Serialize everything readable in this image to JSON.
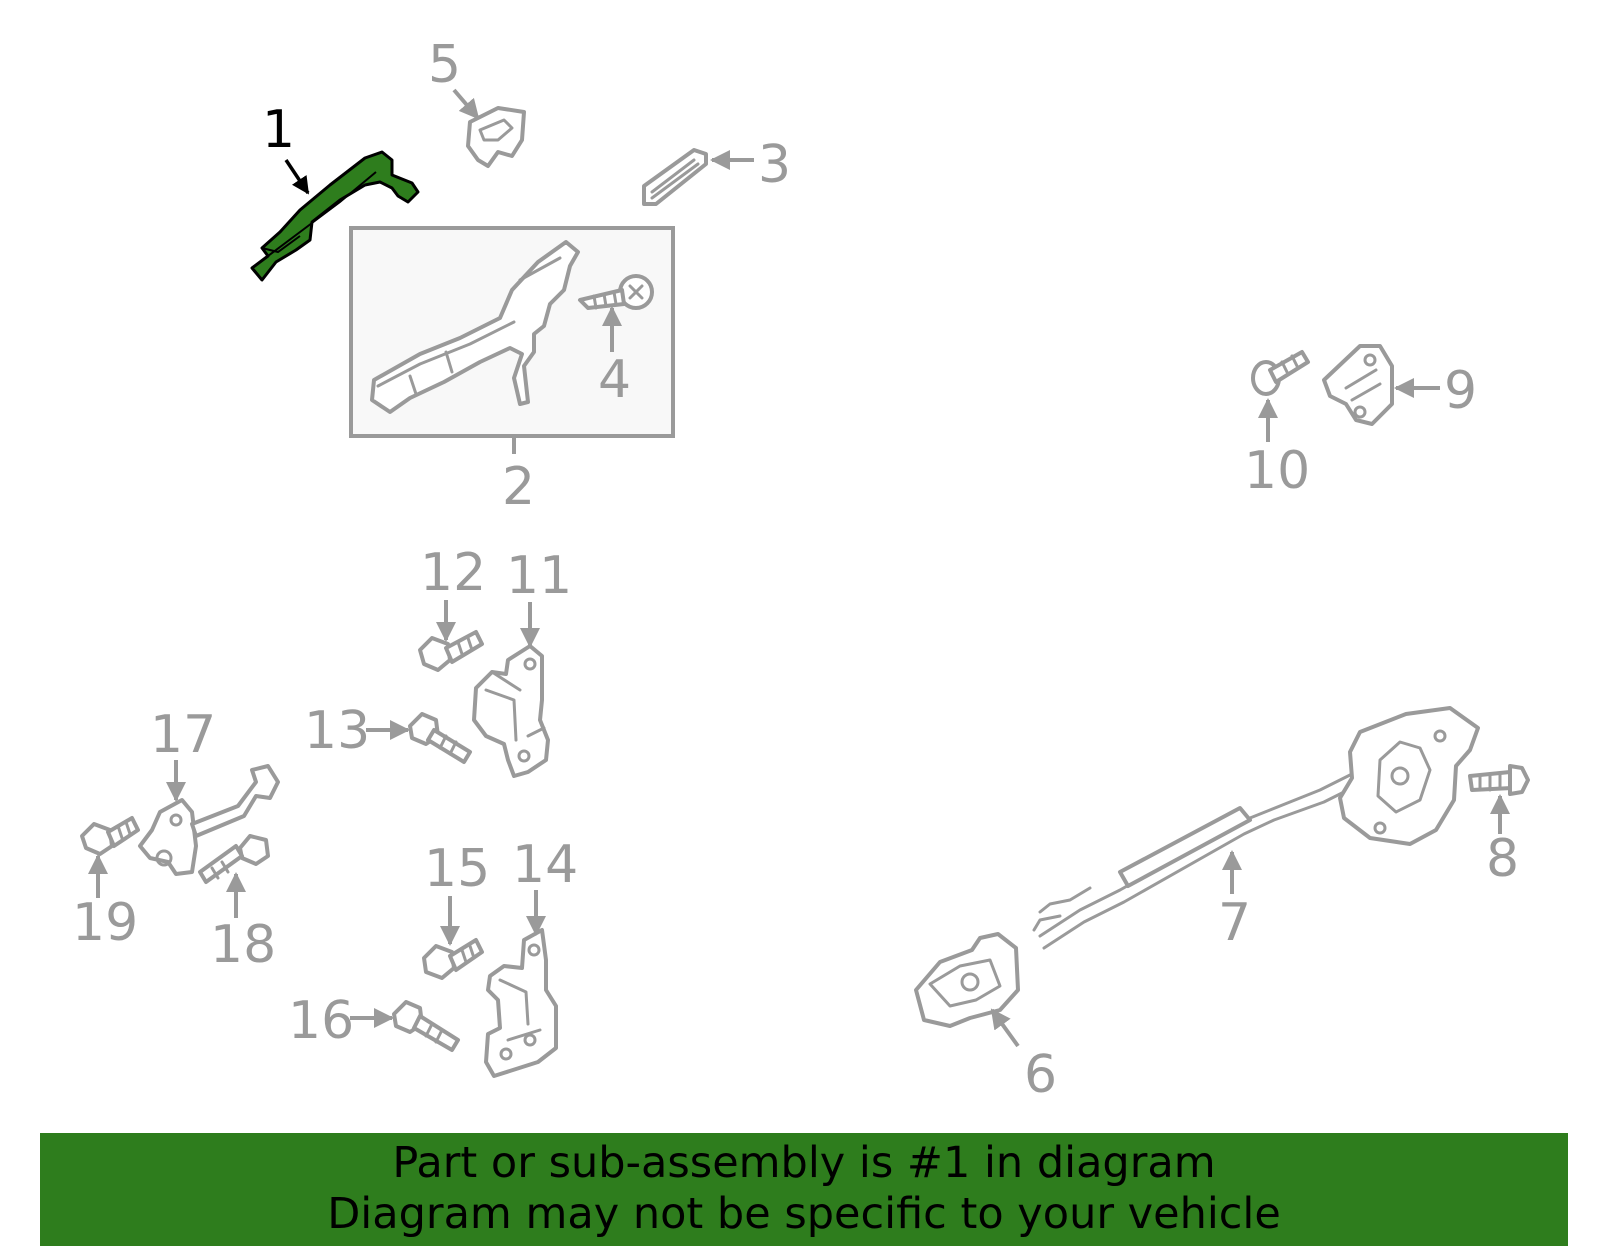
{
  "callouts": {
    "c1": "1",
    "c2": "2",
    "c3": "3",
    "c4": "4",
    "c5": "5",
    "c6": "6",
    "c7": "7",
    "c8": "8",
    "c9": "9",
    "c10": "10",
    "c11": "11",
    "c12": "12",
    "c13": "13",
    "c14": "14",
    "c15": "15",
    "c16": "16",
    "c17": "17",
    "c18": "18",
    "c19": "19"
  },
  "banner": {
    "line1": "Part or sub-assembly is #1 in diagram",
    "line2": "Diagram may not be specific to your vehicle"
  },
  "colors": {
    "highlight": "#2e7d1d",
    "part_stroke": "#9a9a9a",
    "banner_bg": "#2e7d1d"
  },
  "highlighted_part": "1"
}
